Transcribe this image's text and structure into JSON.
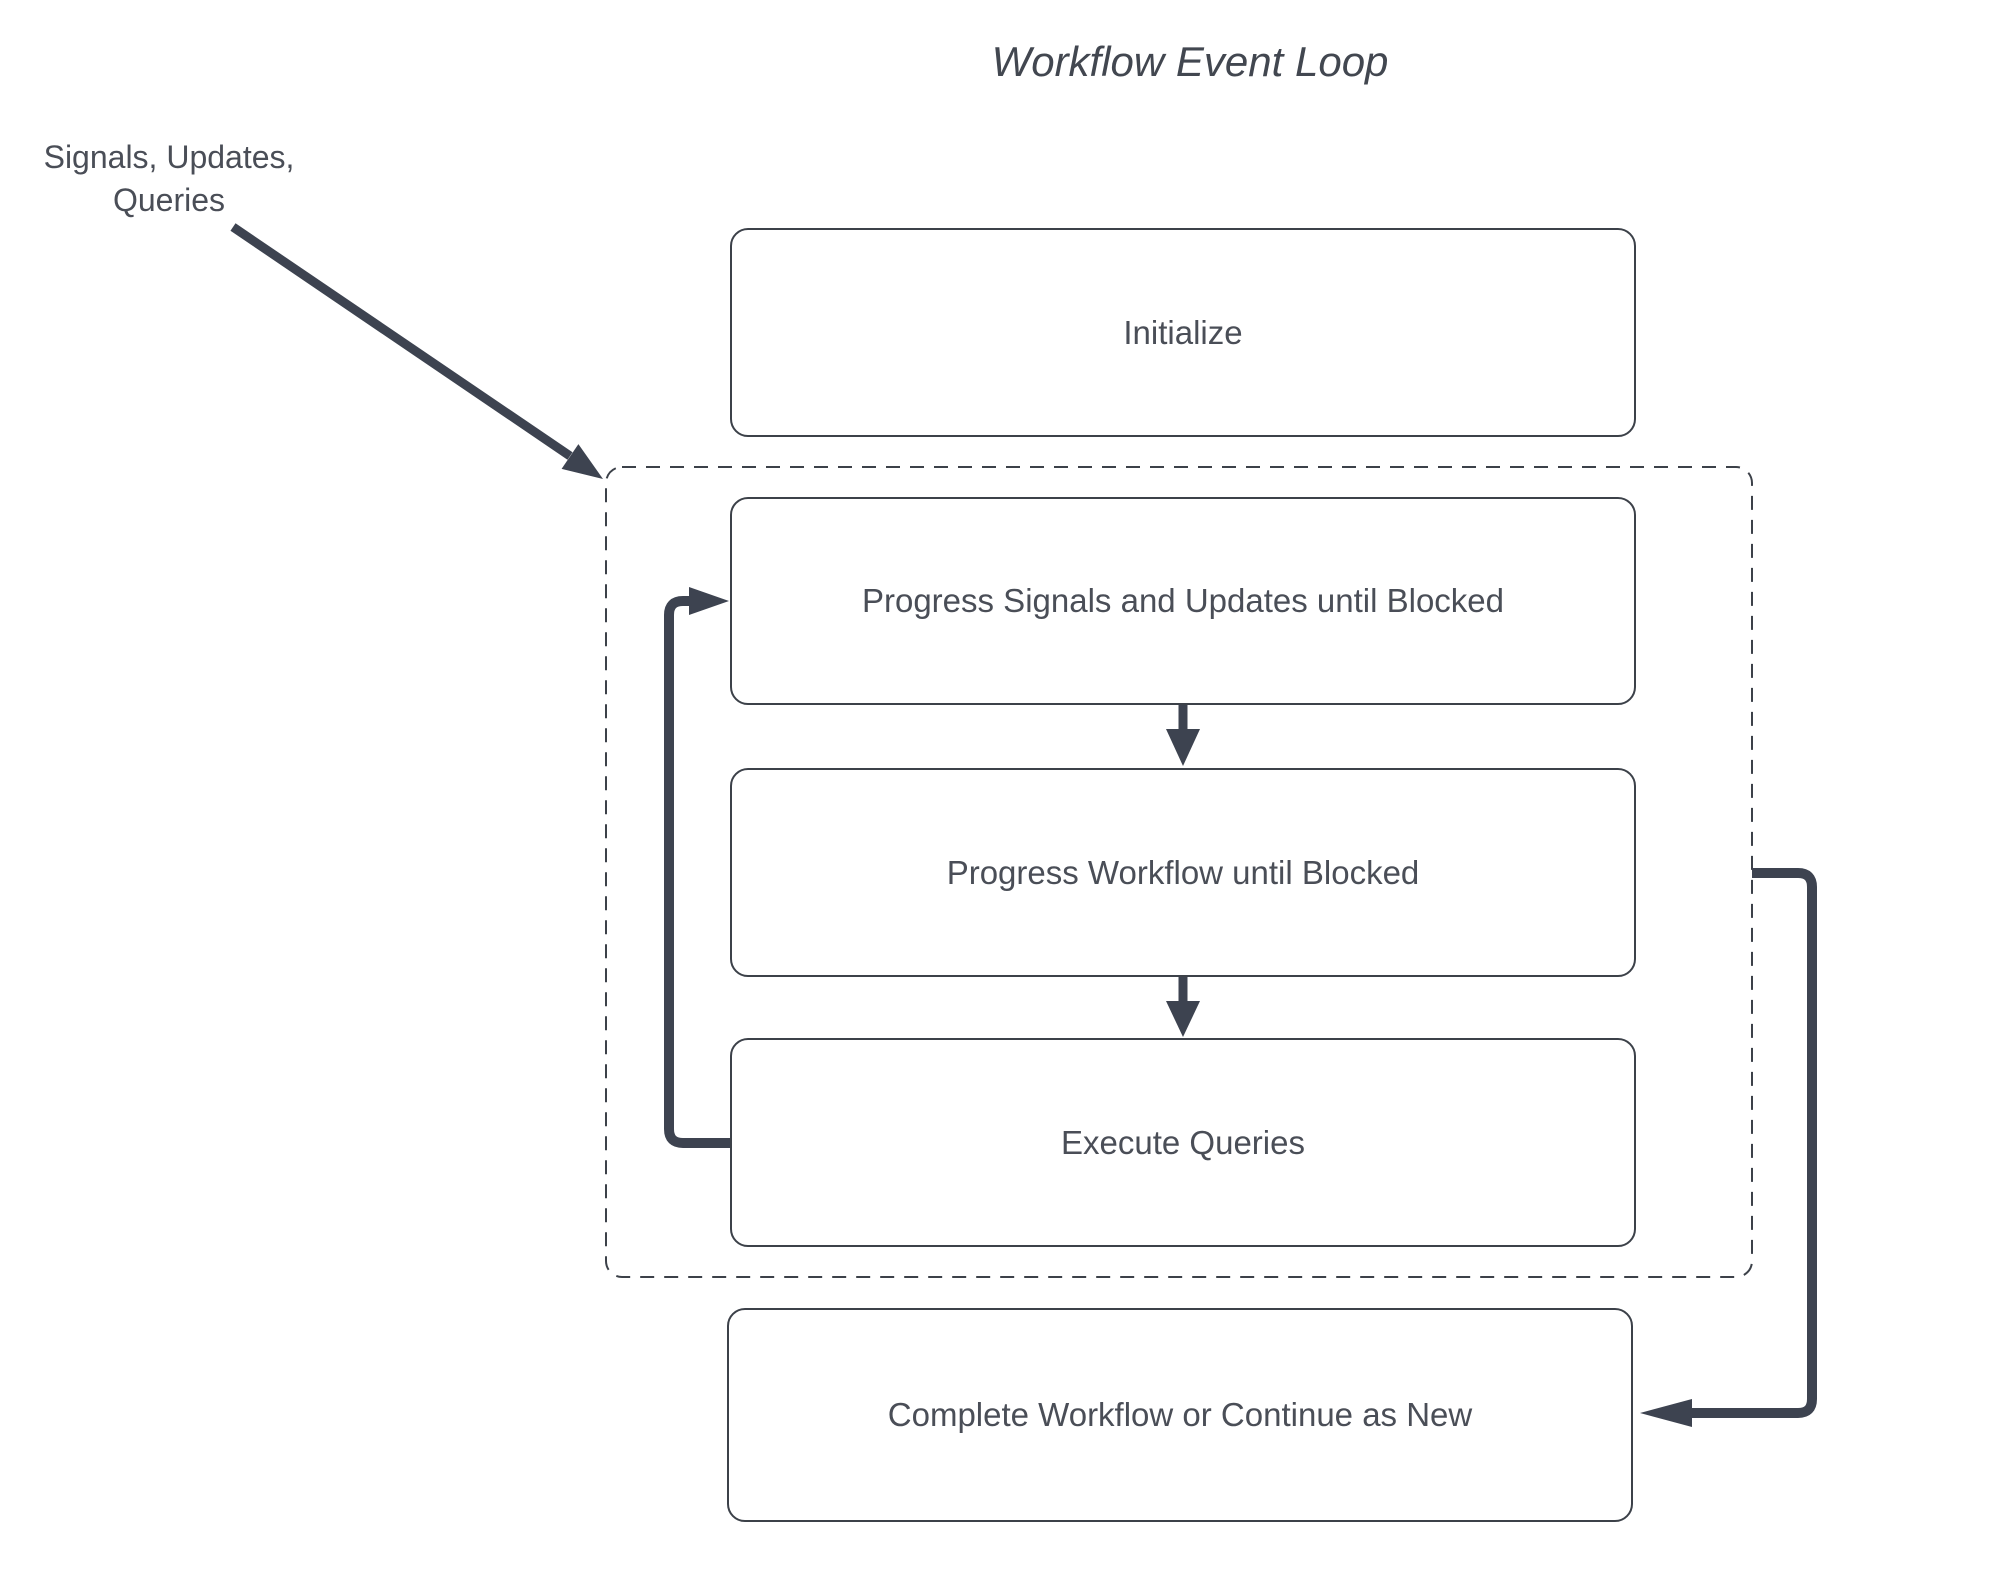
{
  "title": "Workflow Event Loop",
  "annotation": {
    "line1": "Signals, Updates,",
    "line2": "Queries"
  },
  "nodes": {
    "initialize": {
      "label": "Initialize"
    },
    "progress_signals": {
      "label": "Progress Signals and Updates until Blocked"
    },
    "progress_workflow": {
      "label": "Progress Workflow until Blocked"
    },
    "execute_queries": {
      "label": "Execute Queries"
    },
    "complete": {
      "label": "Complete Workflow or Continue as New"
    }
  },
  "edges": [
    {
      "from": "signals-updates-queries-label",
      "to": "event-loop-boundary",
      "style": "diagonal-arrow"
    },
    {
      "from": "progress_signals",
      "to": "progress_workflow",
      "style": "straight-arrow"
    },
    {
      "from": "progress_workflow",
      "to": "execute_queries",
      "style": "straight-arrow"
    },
    {
      "from": "execute_queries",
      "to": "progress_signals",
      "style": "left-loop-arrow"
    },
    {
      "from": "event-loop-boundary-right",
      "to": "complete",
      "style": "right-loop-arrow"
    }
  ],
  "colors": {
    "connector": "#3d4350",
    "node_border": "#3c4149",
    "text": "#4a4e57",
    "title": "#424750",
    "background": "#ffffff"
  }
}
